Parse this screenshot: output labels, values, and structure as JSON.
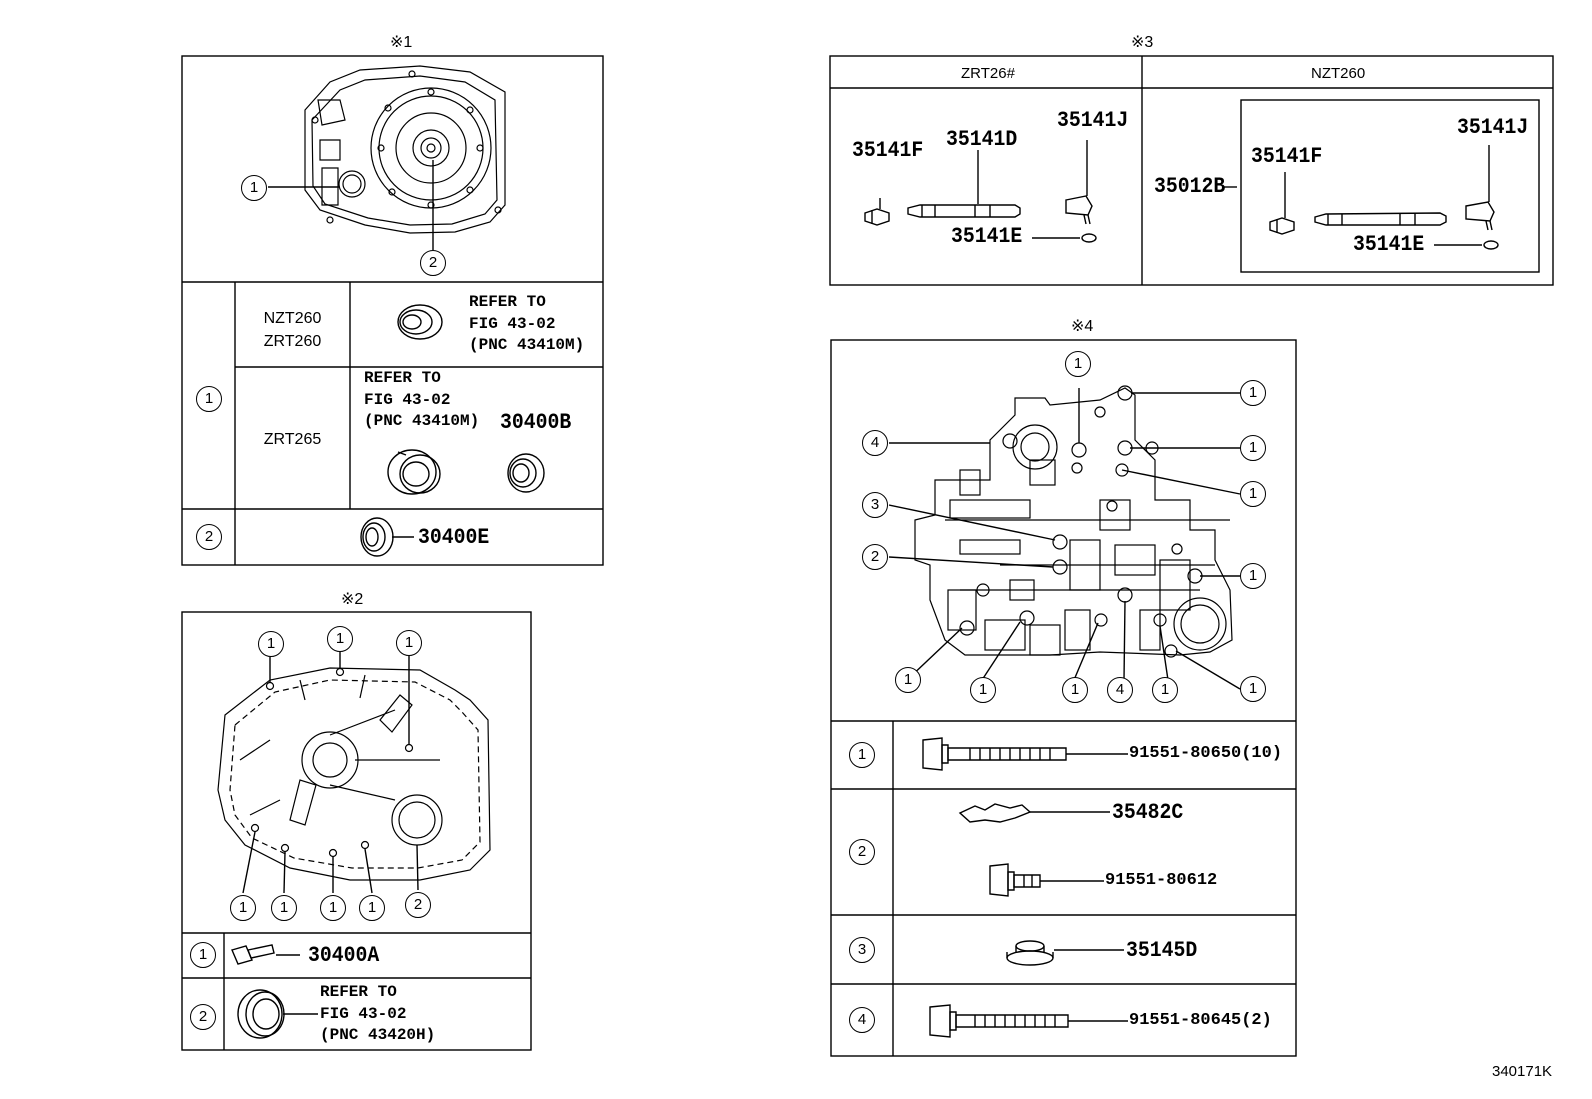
{
  "ref_marks": {
    "panel1": "※1",
    "panel2": "※2",
    "panel3": "※3",
    "panel4": "※4"
  },
  "callout": "1",
  "callouts": {
    "one": "1",
    "two": "2",
    "three": "3",
    "four": "4"
  },
  "panel1": {
    "rows": [
      {
        "index": "1",
        "models_a": [
          "NZT260",
          "ZRT260"
        ],
        "refer": [
          "REFER TO",
          "FIG 43-02",
          "(PNC 43410M)"
        ],
        "models_b": [
          "ZRT265"
        ],
        "refer_b": [
          "REFER TO",
          "FIG 43-02",
          "(PNC 43410M)"
        ],
        "part_b": "30400B"
      },
      {
        "index": "2",
        "part": "30400E"
      }
    ]
  },
  "panel2": {
    "rows": [
      {
        "index": "1",
        "part": "30400A"
      },
      {
        "index": "2",
        "refer": [
          "REFER TO",
          "FIG 43-02",
          "(PNC 43420H)"
        ]
      }
    ]
  },
  "panel3": {
    "headers": [
      "ZRT26#",
      "NZT260"
    ],
    "left_parts": [
      "35141F",
      "35141D",
      "35141J",
      "35141E"
    ],
    "right_parts": [
      "35012B",
      "35141F",
      "35141J",
      "35141E"
    ]
  },
  "panel4": {
    "rows": [
      {
        "index": "1",
        "part": "91551-80650(10)"
      },
      {
        "index": "2",
        "parts": [
          "35482C",
          "91551-80612"
        ]
      },
      {
        "index": "3",
        "part": "35145D"
      },
      {
        "index": "4",
        "part": "91551-80645(2)"
      }
    ]
  },
  "illustration_id": "340171K"
}
